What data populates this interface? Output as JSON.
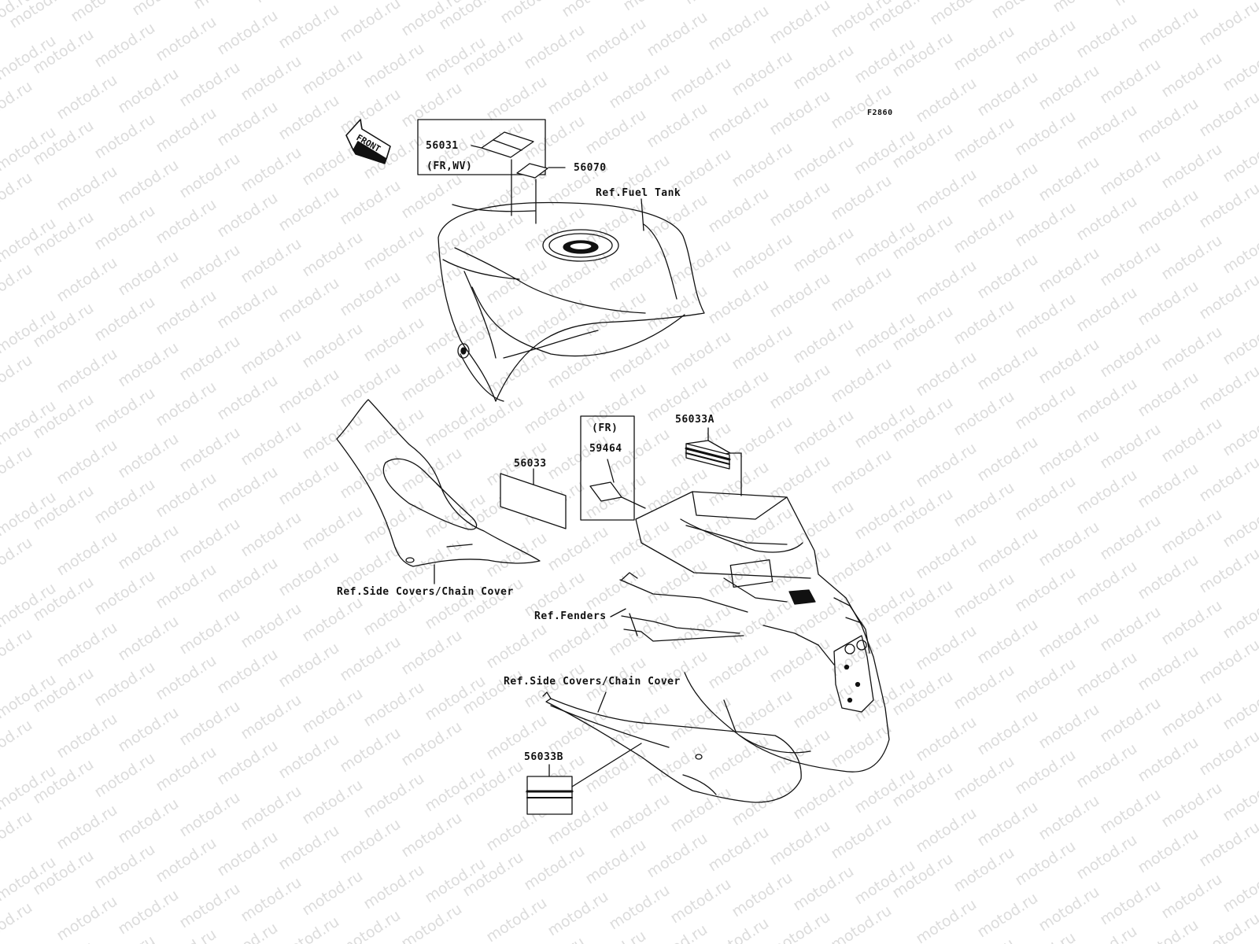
{
  "figure_code": "F2860",
  "front_arrow_text": "FRONT",
  "watermark_text": "motod.ru",
  "labels": {
    "part_56031": "56031",
    "variant_fr_wv": "(FR,WV)",
    "part_56070": "56070",
    "ref_fuel_tank": "Ref.Fuel Tank",
    "variant_fr": "(FR)",
    "part_59464": "59464",
    "part_56033a": "56033A",
    "part_56033": "56033",
    "ref_side_covers_upper": "Ref.Side Covers/Chain Cover",
    "ref_fenders": "Ref.Fenders",
    "ref_side_covers_lower": "Ref.Side Covers/Chain Cover",
    "part_56033b": "56033B"
  },
  "colors": {
    "line": "#111111",
    "watermark": "#dcdcdc",
    "background": "#ffffff"
  }
}
